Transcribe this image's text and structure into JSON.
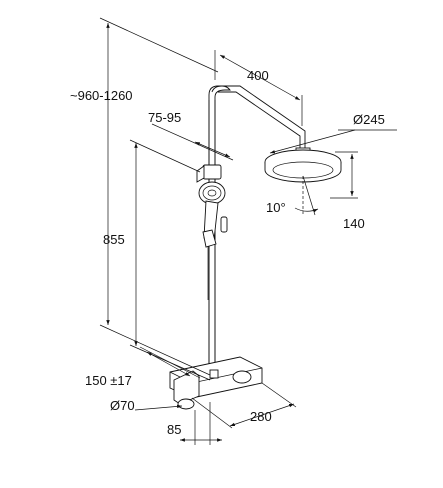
{
  "dimensions": {
    "total_height": "~960-1260",
    "arm_length": "400",
    "head_diameter": "Ø245",
    "head_drop": "140",
    "head_tilt": "10°",
    "holder_offset": "75-95",
    "holder_height": "855",
    "inlet_spacing": "150 ±17",
    "escutcheon_diameter": "Ø70",
    "wall_offset": "85",
    "mixer_width": "280"
  },
  "colors": {
    "line": "#111111",
    "background": "#ffffff"
  }
}
